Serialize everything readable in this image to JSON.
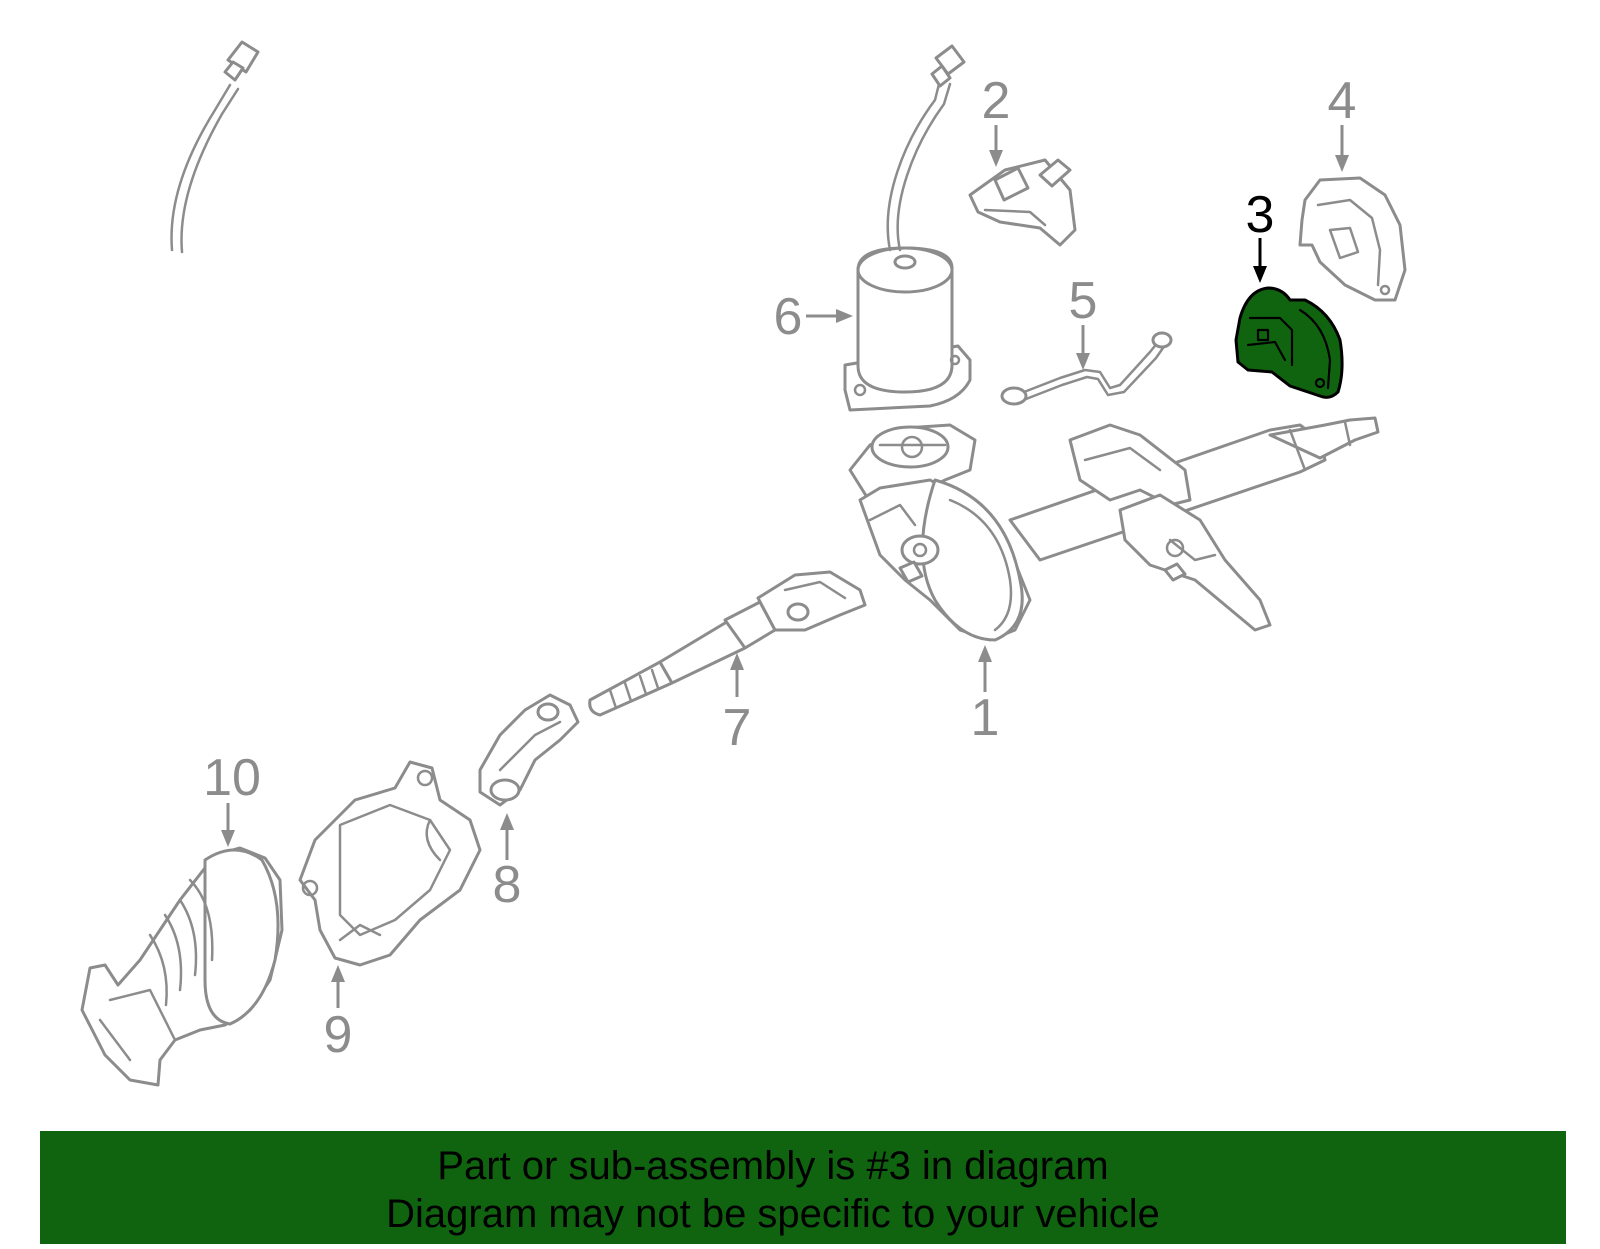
{
  "diagram": {
    "highlight_color": "#106410",
    "line_color": "#8c8c8c",
    "highlighted_part": "3",
    "callouts": [
      "1",
      "2",
      "3",
      "4",
      "5",
      "6",
      "7",
      "8",
      "9",
      "10"
    ]
  },
  "banner": {
    "background": "#106410",
    "line1": "Part or sub-assembly is #3 in diagram",
    "line2": "Diagram may not be specific to your vehicle"
  }
}
